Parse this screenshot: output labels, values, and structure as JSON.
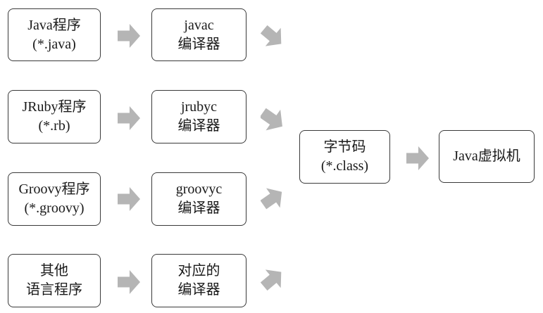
{
  "diagram": {
    "title": "",
    "colors": {
      "box_border": "#3a3a3a",
      "box_fill": "#ffffff",
      "arrow_fill": "#b5b5b5",
      "text": "#1a1a1a"
    },
    "rows": [
      {
        "source": {
          "line1": "Java程序",
          "line2": "(*.java)"
        },
        "compiler": {
          "line1": "javac",
          "line2": "编译器"
        },
        "out_arrow_direction": "down-right"
      },
      {
        "source": {
          "line1": "JRuby程序",
          "line2": "(*.rb)"
        },
        "compiler": {
          "line1": "jrubyc",
          "line2": "编译器"
        },
        "out_arrow_direction": "down-right"
      },
      {
        "source": {
          "line1": "Groovy程序",
          "line2": "(*.groovy)"
        },
        "compiler": {
          "line1": "groovyc",
          "line2": "编译器"
        },
        "out_arrow_direction": "up-right"
      },
      {
        "source": {
          "line1": "其他",
          "line2": "语言程序"
        },
        "compiler": {
          "line1": "对应的",
          "line2": "编译器"
        },
        "out_arrow_direction": "up-right"
      }
    ],
    "bytecode": {
      "line1": "字节码",
      "line2": "(*.class)"
    },
    "jvm": {
      "line1": "Java虚拟机"
    }
  }
}
